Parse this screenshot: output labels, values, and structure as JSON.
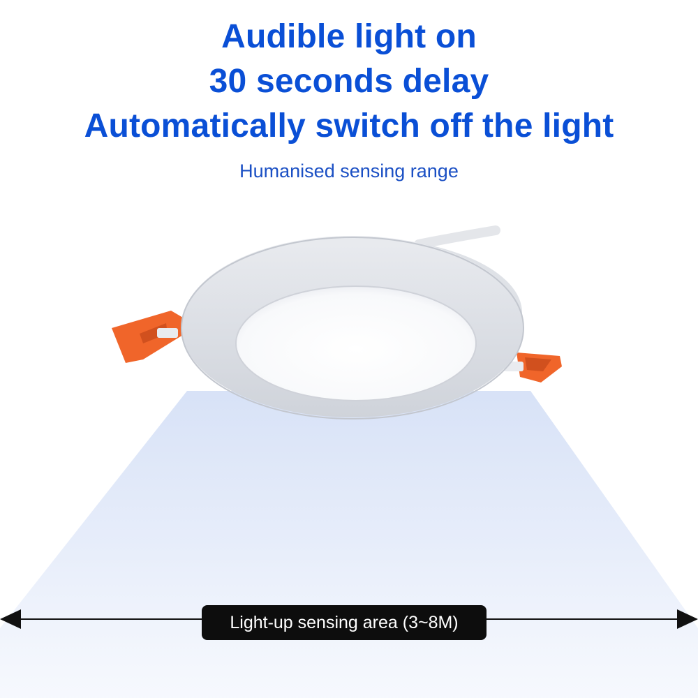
{
  "headline": {
    "line1": "Audible light on",
    "line2": "30 seconds delay",
    "line3": "Automatically switch off the light"
  },
  "subtitle": "Humanised sensing range",
  "sensing_area_label": "Light-up sensing area (3~8M)",
  "colors": {
    "headline": "#0a4fd6",
    "beam": "#c7d6f3",
    "clip": "#f0652a",
    "label_bg": "#0d0d0d"
  },
  "icons": [
    "arrow-left-icon",
    "arrow-right-icon"
  ]
}
